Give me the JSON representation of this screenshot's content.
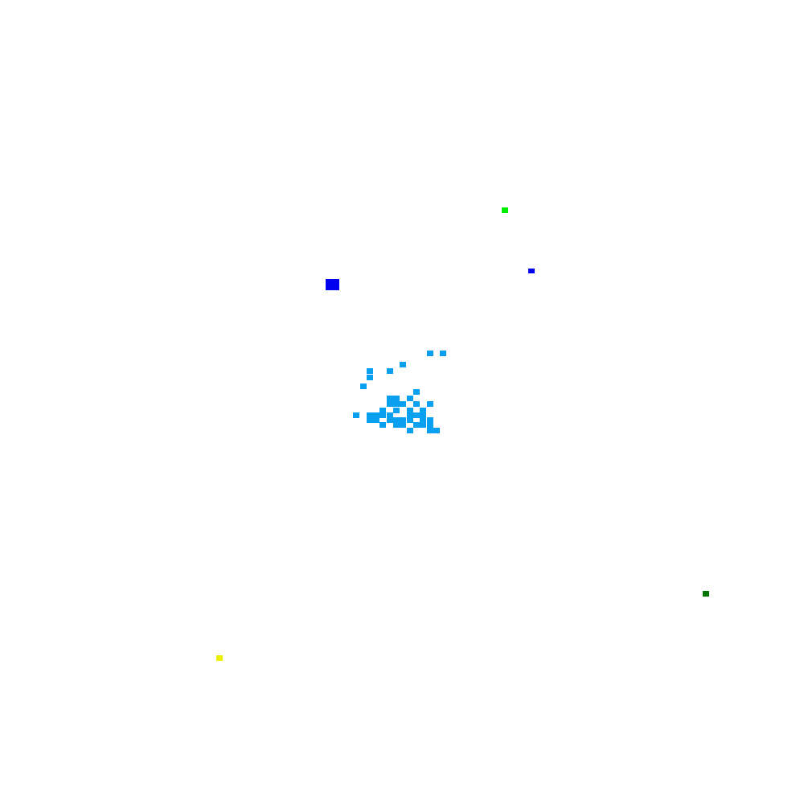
{
  "colors": {
    "background": "#ffffff",
    "cluster": "#0aa0f0",
    "blue": "#0000ee",
    "bright_green": "#00ee00",
    "dark_green": "#007700",
    "yellow": "#eeee00"
  },
  "markers": [
    {
      "name": "bright-green-square",
      "color_key": "bright_green"
    },
    {
      "name": "blue-square-small",
      "color_key": "blue"
    },
    {
      "name": "blue-square-large",
      "color_key": "blue"
    },
    {
      "name": "dark-green-square",
      "color_key": "dark_green"
    },
    {
      "name": "yellow-square",
      "color_key": "yellow"
    }
  ],
  "cluster": {
    "name": "light-blue-pixel-cluster",
    "color_key": "cluster"
  }
}
